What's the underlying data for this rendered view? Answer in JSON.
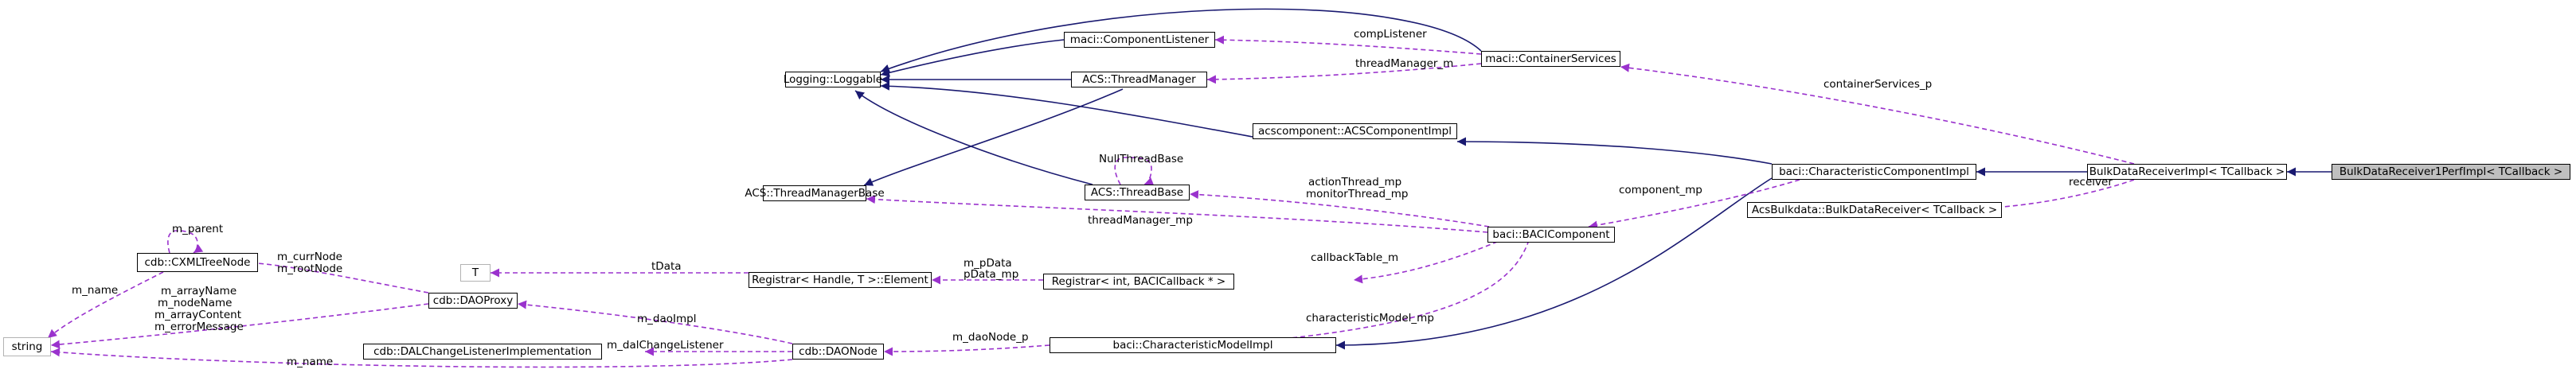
{
  "diagram": {
    "colors": {
      "inheritance_edge": "#191970",
      "usage_edge": "#9a32cd",
      "node_border": "#000000",
      "external_node_border": "#b3b3b3",
      "focus_node_fill": "#bfbfbf"
    },
    "nodes": {
      "logging": "Logging::Loggable",
      "component_listener": "maci::ComponentListener",
      "thread_manager": "ACS::ThreadManager",
      "container_services": "maci::ContainerServices",
      "acs_component_impl": "acscomponent::ACSComponentImpl",
      "thread_manager_base": "ACS::ThreadManagerBase",
      "thread_base": "ACS::ThreadBase",
      "characteristic_component_impl": "baci::CharacteristicComponentImpl",
      "bulk_data_receiver_impl": "BulkDataReceiverImpl< TCallback >",
      "bulk_data_receiver_1perf": "BulkDataReceiver1PerfImpl< TCallback >",
      "acs_bulkdata_receiver": "AcsBulkdata::BulkDataReceiver< TCallback >",
      "cxml_tree_node": "cdb::CXMLTreeNode",
      "t_param": "T",
      "registrar_element": "Registrar< Handle, T >::Element",
      "baci_component": "baci::BACIComponent",
      "registrar_int": "Registrar< int, BACICallback * >",
      "dao_proxy": "cdb::DAOProxy",
      "string": "string",
      "dal_change_listener": "cdb::DALChangeListenerImplementation",
      "dao_node": "cdb::DAONode",
      "characteristic_model_impl": "baci::CharacteristicModelImpl"
    },
    "edge_labels": {
      "comp_listener": "compListener",
      "thread_manager_m": "threadManager_m",
      "container_services_p": "containerServices_p",
      "null_thread_base": "NullThreadBase",
      "action_thread": "actionThread_mp",
      "monitor_thread": "monitorThread_mp",
      "component_mp": "component_mp",
      "receiver": "receiver",
      "thread_manager_mp": "threadManager_mp",
      "m_parent": "m_parent",
      "m_curr_node": "m_currNode",
      "m_root_node": "m_rootNode",
      "m_name_1": "m_name",
      "t_data": "tData",
      "m_pdata": "m_pData",
      "pdata_mp": "pData_mp",
      "callback_table": "callbackTable_m",
      "m_array_name": "m_arrayName",
      "m_node_name": "m_nodeName",
      "m_array_content": "m_arrayContent",
      "m_error_message": "m_errorMessage",
      "characteristic_model_mp": "characteristicModel_mp",
      "m_dao_impl": "m_daoImpl",
      "m_dal_change_listener": "m_dalChangeListener",
      "m_dao_node_p": "m_daoNode_p",
      "m_name_2": "m_name"
    }
  }
}
